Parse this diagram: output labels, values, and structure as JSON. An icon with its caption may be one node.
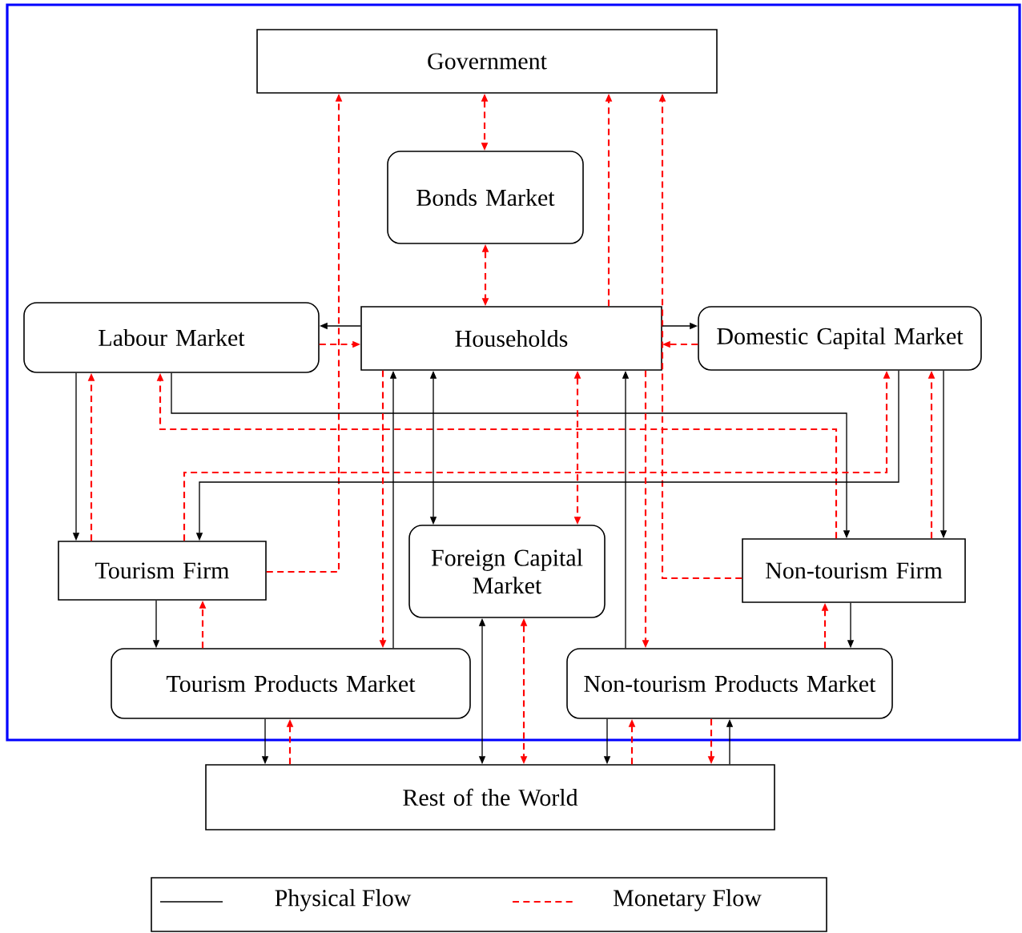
{
  "diagram": {
    "nodes": [
      {
        "text": [
          "Government"
        ]
      },
      {
        "text": [
          "Bonds Market"
        ]
      },
      {
        "text": [
          "Labour Market"
        ]
      },
      {
        "text": [
          "Households"
        ]
      },
      {
        "text": [
          "Domestic Capital Market"
        ]
      },
      {
        "text": [
          "Tourism Firm"
        ]
      },
      {
        "text": [
          "Foreign Capital Market"
        ]
      },
      {
        "text": [
          "Non-tourism Firm"
        ]
      },
      {
        "text": [
          "Tourism Products Market"
        ]
      },
      {
        "text": [
          "Non-tourism Products Market"
        ]
      },
      {
        "text": [
          "Rest of the World"
        ]
      }
    ],
    "edges": [
      {
        "from": 0,
        "to": 1,
        "arrow": "both",
        "style": "dashed",
        "color": "#ff0000"
      },
      {
        "from": 1,
        "to": 3,
        "arrow": "both",
        "style": "dashed",
        "color": "#ff0000"
      },
      {
        "from": 5,
        "to": 0,
        "arrow": "to",
        "style": "dashed",
        "color": "#ff0000"
      },
      {
        "from": 3,
        "to": 0,
        "arrow": "to",
        "style": "dashed",
        "color": "#ff0000"
      },
      {
        "from": 7,
        "to": 0,
        "arrow": "to",
        "style": "dashed",
        "color": "#ff0000"
      },
      {
        "from": 3,
        "to": 2,
        "arrow": "to",
        "color": "#000000"
      },
      {
        "from": 2,
        "to": 3,
        "arrow": "to",
        "style": "dashed",
        "color": "#ff0000"
      },
      {
        "from": 3,
        "to": 4,
        "arrow": "to",
        "color": "#000000"
      },
      {
        "from": 4,
        "to": 3,
        "arrow": "to",
        "style": "dashed",
        "color": "#ff0000"
      },
      {
        "from": 2,
        "to": 5,
        "arrow": "to",
        "color": "#000000"
      },
      {
        "from": 5,
        "to": 2,
        "arrow": "to",
        "style": "dashed",
        "color": "#ff0000"
      },
      {
        "from": 2,
        "to": 7,
        "arrow": "to",
        "color": "#000000"
      },
      {
        "from": 7,
        "to": 2,
        "arrow": "to",
        "style": "dashed",
        "color": "#ff0000"
      },
      {
        "from": 5,
        "to": 4,
        "arrow": "to",
        "style": "dashed",
        "color": "#ff0000"
      },
      {
        "from": 4,
        "to": 5,
        "arrow": "to",
        "color": "#000000"
      },
      {
        "from": 7,
        "to": 4,
        "arrow": "to",
        "style": "dashed",
        "color": "#ff0000"
      },
      {
        "from": 4,
        "to": 7,
        "arrow": "to",
        "color": "#000000"
      },
      {
        "from": 3,
        "to": 8,
        "arrow": "to",
        "style": "dashed",
        "color": "#ff0000"
      },
      {
        "from": 8,
        "to": 3,
        "arrow": "to",
        "color": "#000000"
      },
      {
        "from": 3,
        "to": 6,
        "arrow": "both",
        "color": "#000000"
      },
      {
        "from": 3,
        "to": 6,
        "arrow": "both",
        "style": "dashed",
        "color": "#ff0000"
      },
      {
        "from": 9,
        "to": 3,
        "arrow": "to",
        "color": "#000000"
      },
      {
        "from": 3,
        "to": 9,
        "arrow": "to",
        "style": "dashed",
        "color": "#ff0000"
      },
      {
        "from": 5,
        "to": 8,
        "arrow": "to",
        "color": "#000000"
      },
      {
        "from": 8,
        "to": 5,
        "arrow": "to",
        "style": "dashed",
        "color": "#ff0000"
      },
      {
        "from": 7,
        "to": 9,
        "arrow": "to",
        "color": "#000000"
      },
      {
        "from": 9,
        "to": 7,
        "arrow": "to",
        "style": "dashed",
        "color": "#ff0000"
      },
      {
        "from": 8,
        "to": 10,
        "arrow": "to",
        "color": "#000000"
      },
      {
        "from": 10,
        "to": 8,
        "arrow": "to",
        "style": "dashed",
        "color": "#ff0000"
      },
      {
        "from": 6,
        "to": 10,
        "arrow": "both",
        "color": "#000000"
      },
      {
        "from": 6,
        "to": 10,
        "arrow": "both",
        "style": "dashed",
        "color": "#ff0000"
      },
      {
        "from": 9,
        "to": 10,
        "arrow": "to",
        "color": "#000000"
      },
      {
        "from": 10,
        "to": 9,
        "arrow": "to",
        "style": "dashed",
        "color": "#ff0000"
      },
      {
        "from": 9,
        "to": 10,
        "arrow": "to",
        "style": "dashed",
        "color": "#ff0000"
      },
      {
        "from": 10,
        "to": 9,
        "arrow": "to",
        "color": "#000000"
      }
    ],
    "legend": [
      {
        "text": "Physical Flow"
      },
      {
        "text": "Monetary Flow"
      }
    ]
  }
}
